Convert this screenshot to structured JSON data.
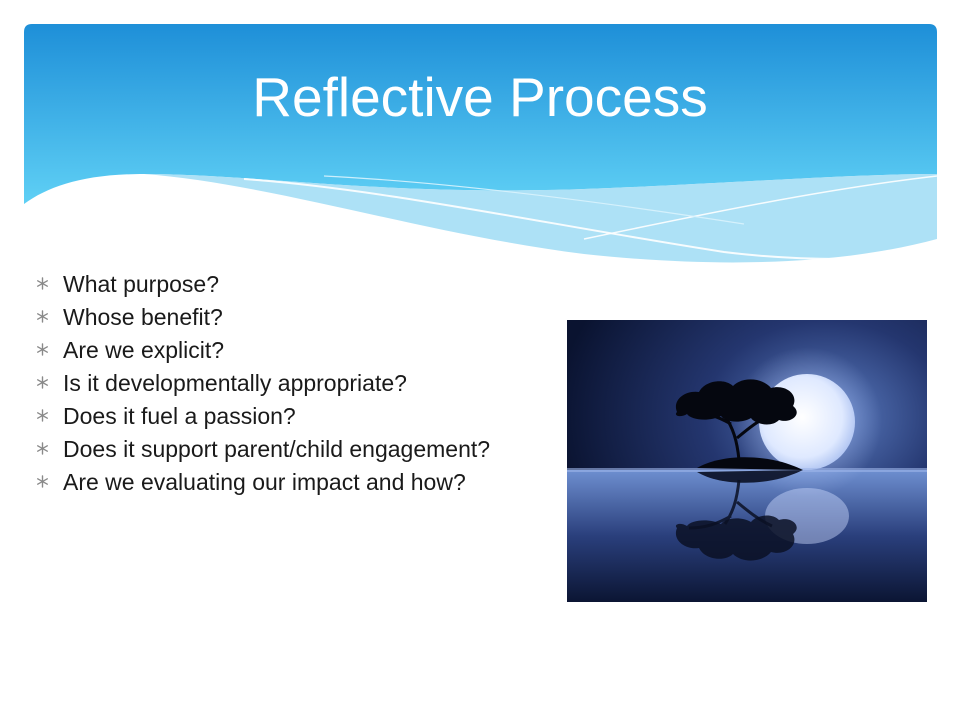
{
  "slide": {
    "title": "Reflective Process",
    "bullets": [
      "What purpose?",
      "Whose benefit?",
      "Are we explicit?",
      "Is it developmentally appropriate?",
      "Does it fuel a passion?",
      "Does it support parent/child engagement?",
      "Are we evaluating our impact and how?"
    ]
  },
  "colors": {
    "header_top": "#1e8fd8",
    "header_bottom": "#5fd0f5",
    "bullet_mark": "#8a8a8a",
    "text": "#1a1a1a"
  },
  "icons": {
    "bullet": "asterisk-icon"
  }
}
